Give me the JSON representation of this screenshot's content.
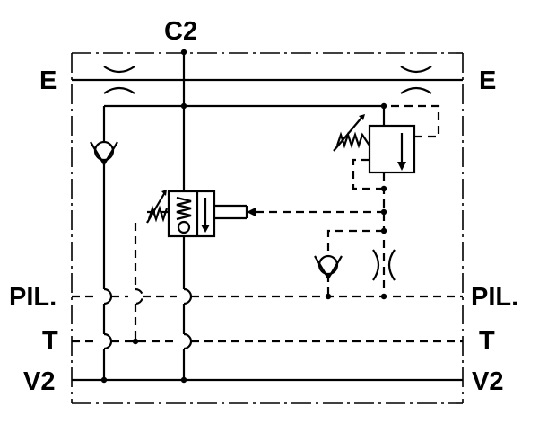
{
  "ports": {
    "top": "C2",
    "left_e": "E",
    "right_e": "E",
    "left_pil": "PIL.",
    "right_pil": "PIL.",
    "left_t": "T",
    "right_t": "T",
    "left_v2": "V2",
    "right_v2": "V2"
  },
  "icons": [
    "restrictor-icon",
    "check-valve-icon",
    "relief-valve-icon",
    "spring-icon",
    "arrow-icon"
  ]
}
